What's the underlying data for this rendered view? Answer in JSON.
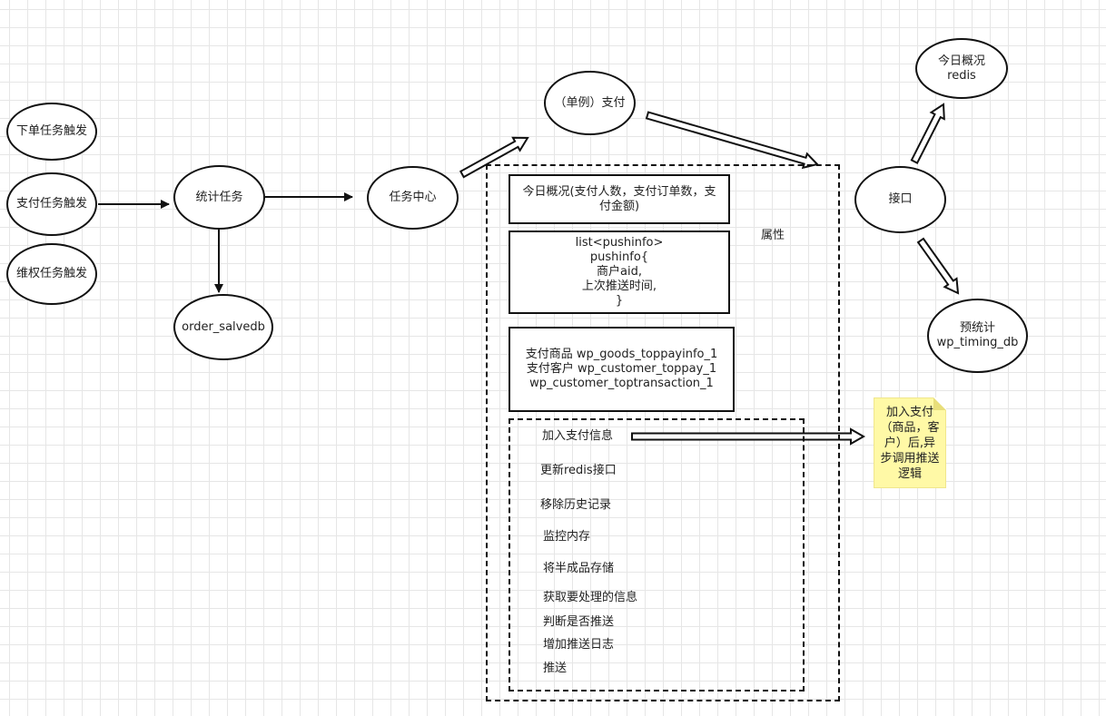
{
  "nodes": {
    "order_trigger": "下单任务触发",
    "pay_trigger": "支付任务触发",
    "rights_trigger": "维权任务触发",
    "stat_task": "统计任务",
    "order_db": "order_salvedb",
    "task_center": "任务中心",
    "singleton_pay": "（单例）支付",
    "today_overview": "今日概况\nredis",
    "interface": "接口",
    "pre_stat": "预统计\nwp_timing_db"
  },
  "properties": {
    "title": "属性",
    "overview_box": "今日概况(支付人数，支付订单数，支付金额)",
    "pushinfo_box": "list<pushinfo>\npushinfo{\n商户aid,\n上次推送时间,\n}",
    "tables_box": "支付商品 wp_goods_toppayinfo_1\n支付客户 wp_customer_toppay_1\nwp_customer_toptransaction_1"
  },
  "methods": [
    "加入支付信息",
    "更新redis接口",
    "移除历史记录",
    "监控内存",
    "将半成品存储",
    "获取要处理的信息",
    "判断是否推送",
    "增加推送日志",
    "推送"
  ],
  "note": "加入支付（商品，客户）后,异步调用推送逻辑",
  "colors": {
    "stroke": "#111111",
    "note_fill": "#fff9a6",
    "grid": "#e6e6e6"
  }
}
